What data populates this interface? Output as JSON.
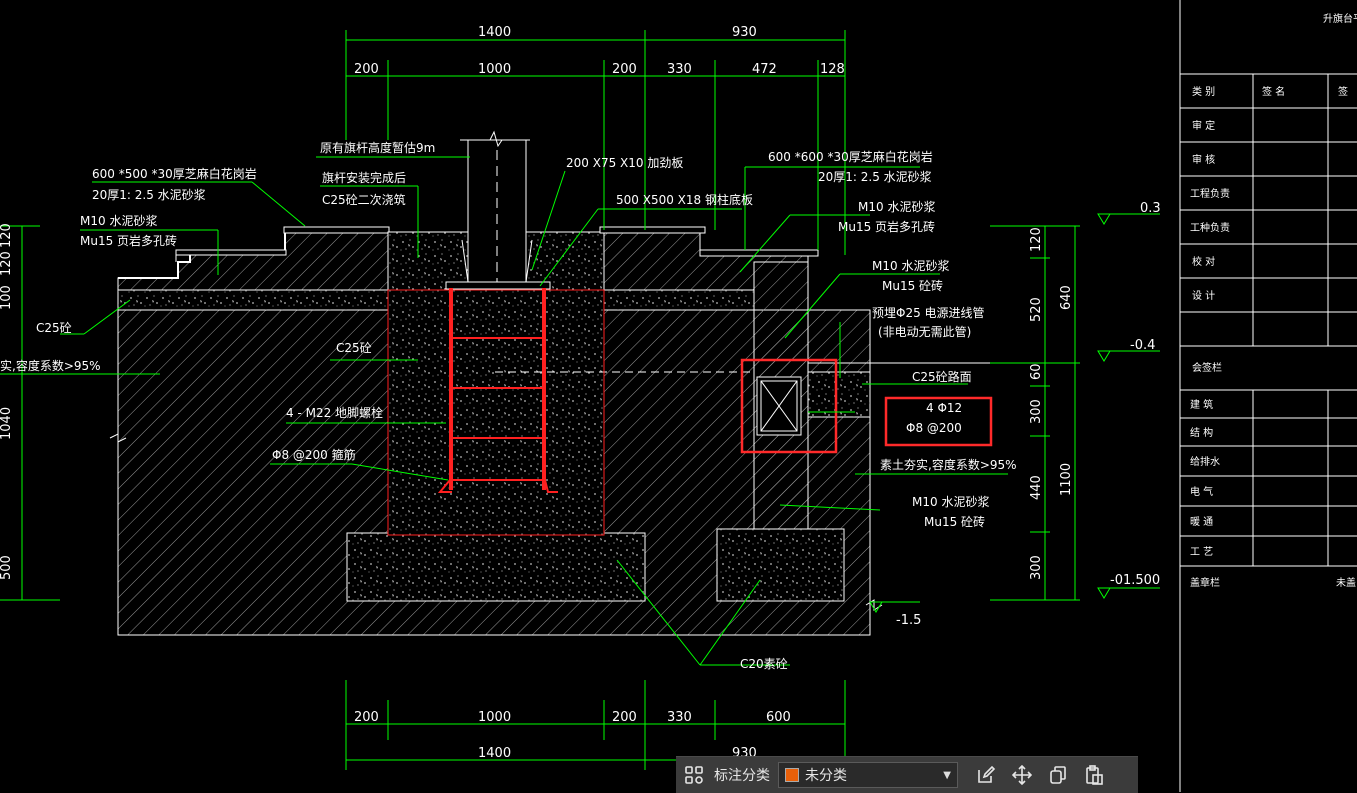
{
  "dimensions": {
    "top_total": [
      "1400",
      "930"
    ],
    "top_parts": [
      "200",
      "1000",
      "200",
      "330",
      "472",
      "128"
    ],
    "bottom_parts": [
      "200",
      "1000",
      "200",
      "330",
      "600"
    ],
    "bottom_total": [
      "1400",
      "930"
    ],
    "right_parts": [
      "120",
      "520",
      "60",
      "300",
      "440",
      "300"
    ],
    "right_totals": [
      "640",
      "1100"
    ],
    "left_parts": [
      "120",
      "120",
      "100",
      "1040",
      "500"
    ]
  },
  "elevations": [
    "0.3",
    "-0.4",
    "-01.500",
    "-1.5"
  ],
  "annotations": {
    "flagpole_height": "原有旗杆高度暂估9m",
    "after_install_1": "旗杆安装完成后",
    "after_install_2": "C25砼二次浇筑",
    "stiffener": "200 X75 X10 加劲板",
    "base_plate": "500 X500 X18 钢柱底板",
    "left_stone_1": "600 *500 *30厚芝麻白花岗岩",
    "left_stone_2": "20厚1: 2.5 水泥砂浆",
    "left_mortar_1": "M10 水泥砂浆",
    "left_mortar_2": "Mu15 页岩多孔砖",
    "c25_left": "C25砼",
    "soil_left": "实,容度系数>95%",
    "c25_center": "C25砼",
    "bolts": "4 - M22 地脚螺栓",
    "stirrups": "Φ8 @200 箍筋",
    "right_stone_1": "600 *600 *30厚芝麻白花岗岩",
    "right_stone_2": "20厚1: 2.5 水泥砂浆",
    "right_mortar_a1": "M10 水泥砂浆",
    "right_mortar_a2": "Mu15 页岩多孔砖",
    "right_mortar_b1": "M10 水泥砂浆",
    "right_mortar_b2": "Mu15 砼砖",
    "conduit_1": "预埋Φ25 电源进线管",
    "conduit_2": "(非电动无需此管)",
    "road_c25": "C25砼路面",
    "rebar_1": "4 Φ12",
    "rebar_2": "Φ8 @200",
    "soil_right": "素土夯实,容度系数>95%",
    "right_mortar_c1": "M10 水泥砂浆",
    "right_mortar_c2": "Mu15 砼砖",
    "c20": "C20素砼"
  },
  "title_block": {
    "header": "升旗台平",
    "columns": [
      "类 别",
      "签 名",
      "签"
    ],
    "rows": [
      "审 定",
      "审 核",
      "工程负责",
      "工种负责",
      "校 对",
      "设 计"
    ],
    "section": "会签栏",
    "disciplines": [
      "建 筑",
      "结 构",
      "给排水",
      "电 气",
      "暖 通",
      "工 艺"
    ],
    "stamp": "盖章栏",
    "stamp_note": "未盖出"
  },
  "toolbar": {
    "category_label": "标注分类",
    "category_value": "未分类",
    "category_color": "#e8600a"
  },
  "colors": {
    "background": "#000000",
    "dimension": "#00ff00",
    "linework": "#ffffff",
    "rebar": "#ff2020",
    "highlight": "#ff2a2a"
  },
  "icons": [
    "grid-apps-icon",
    "chevron-down-icon",
    "edit-icon",
    "move-icon",
    "copy-icon",
    "paste-icon"
  ]
}
